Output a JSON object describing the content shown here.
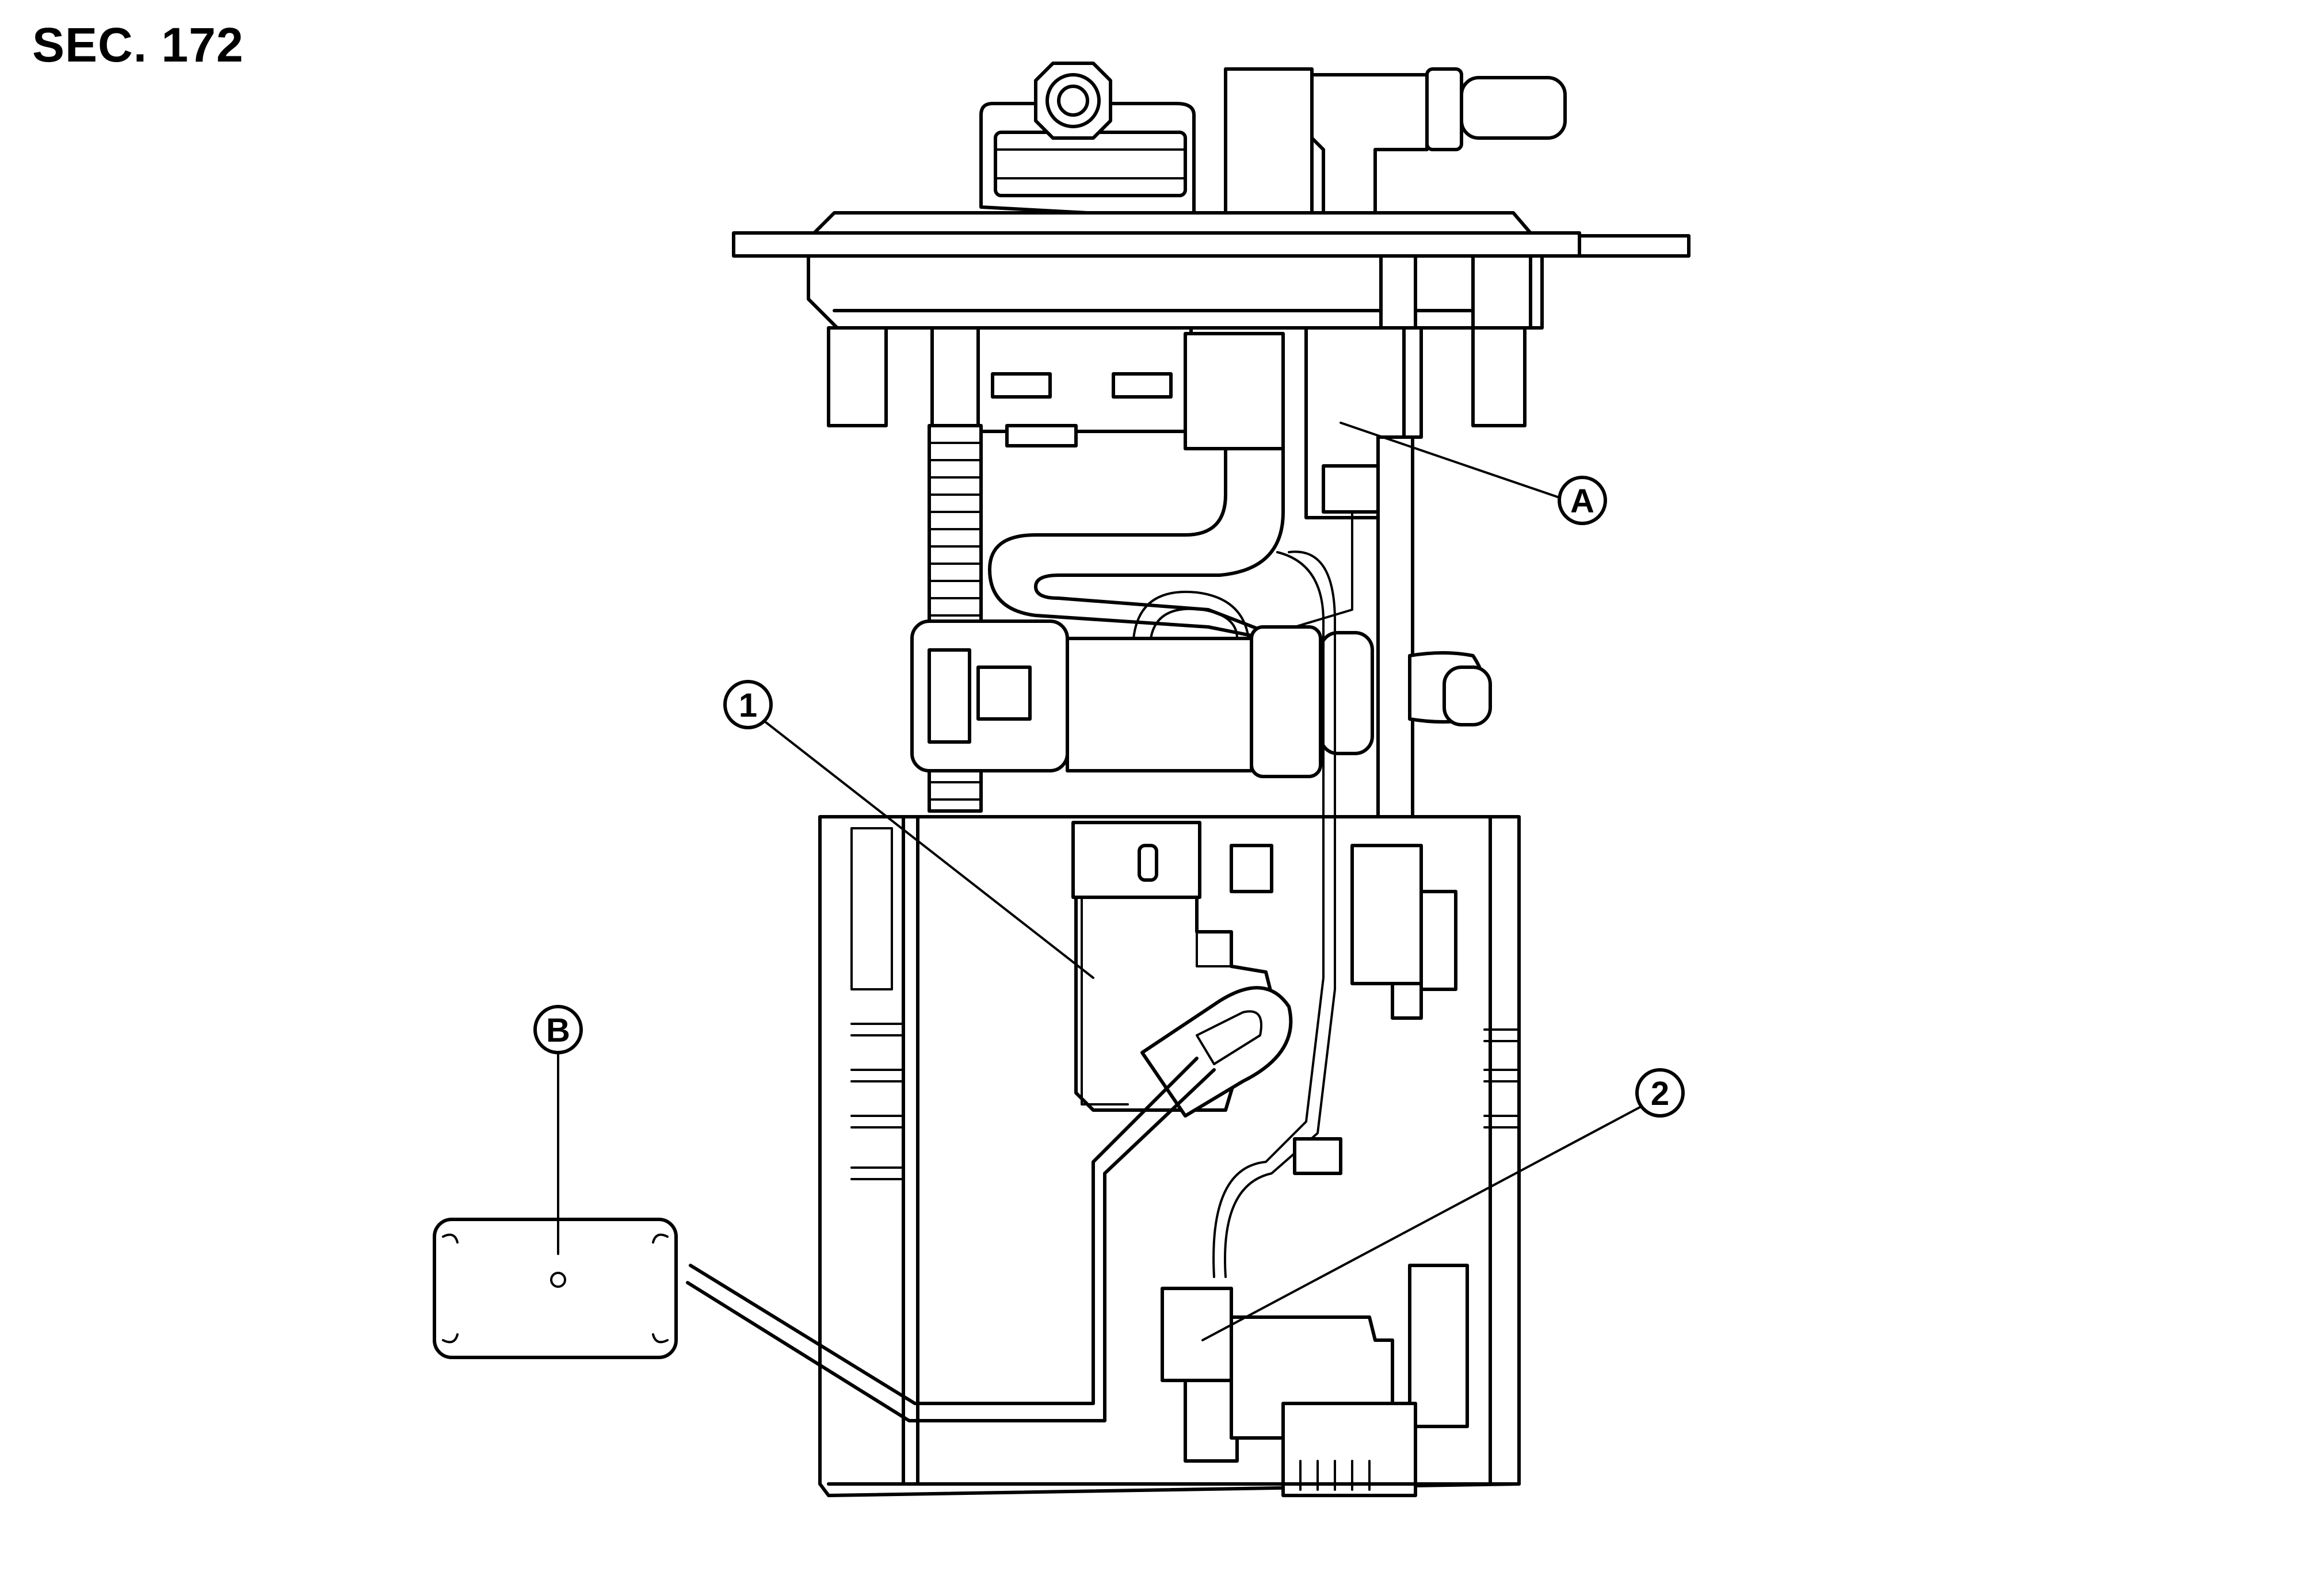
{
  "section": "SEC. 172",
  "callouts": {
    "a": "A",
    "b": "B",
    "one": "1",
    "two": "2"
  },
  "colors": {
    "line": "#000000",
    "background": "#ffffff"
  }
}
